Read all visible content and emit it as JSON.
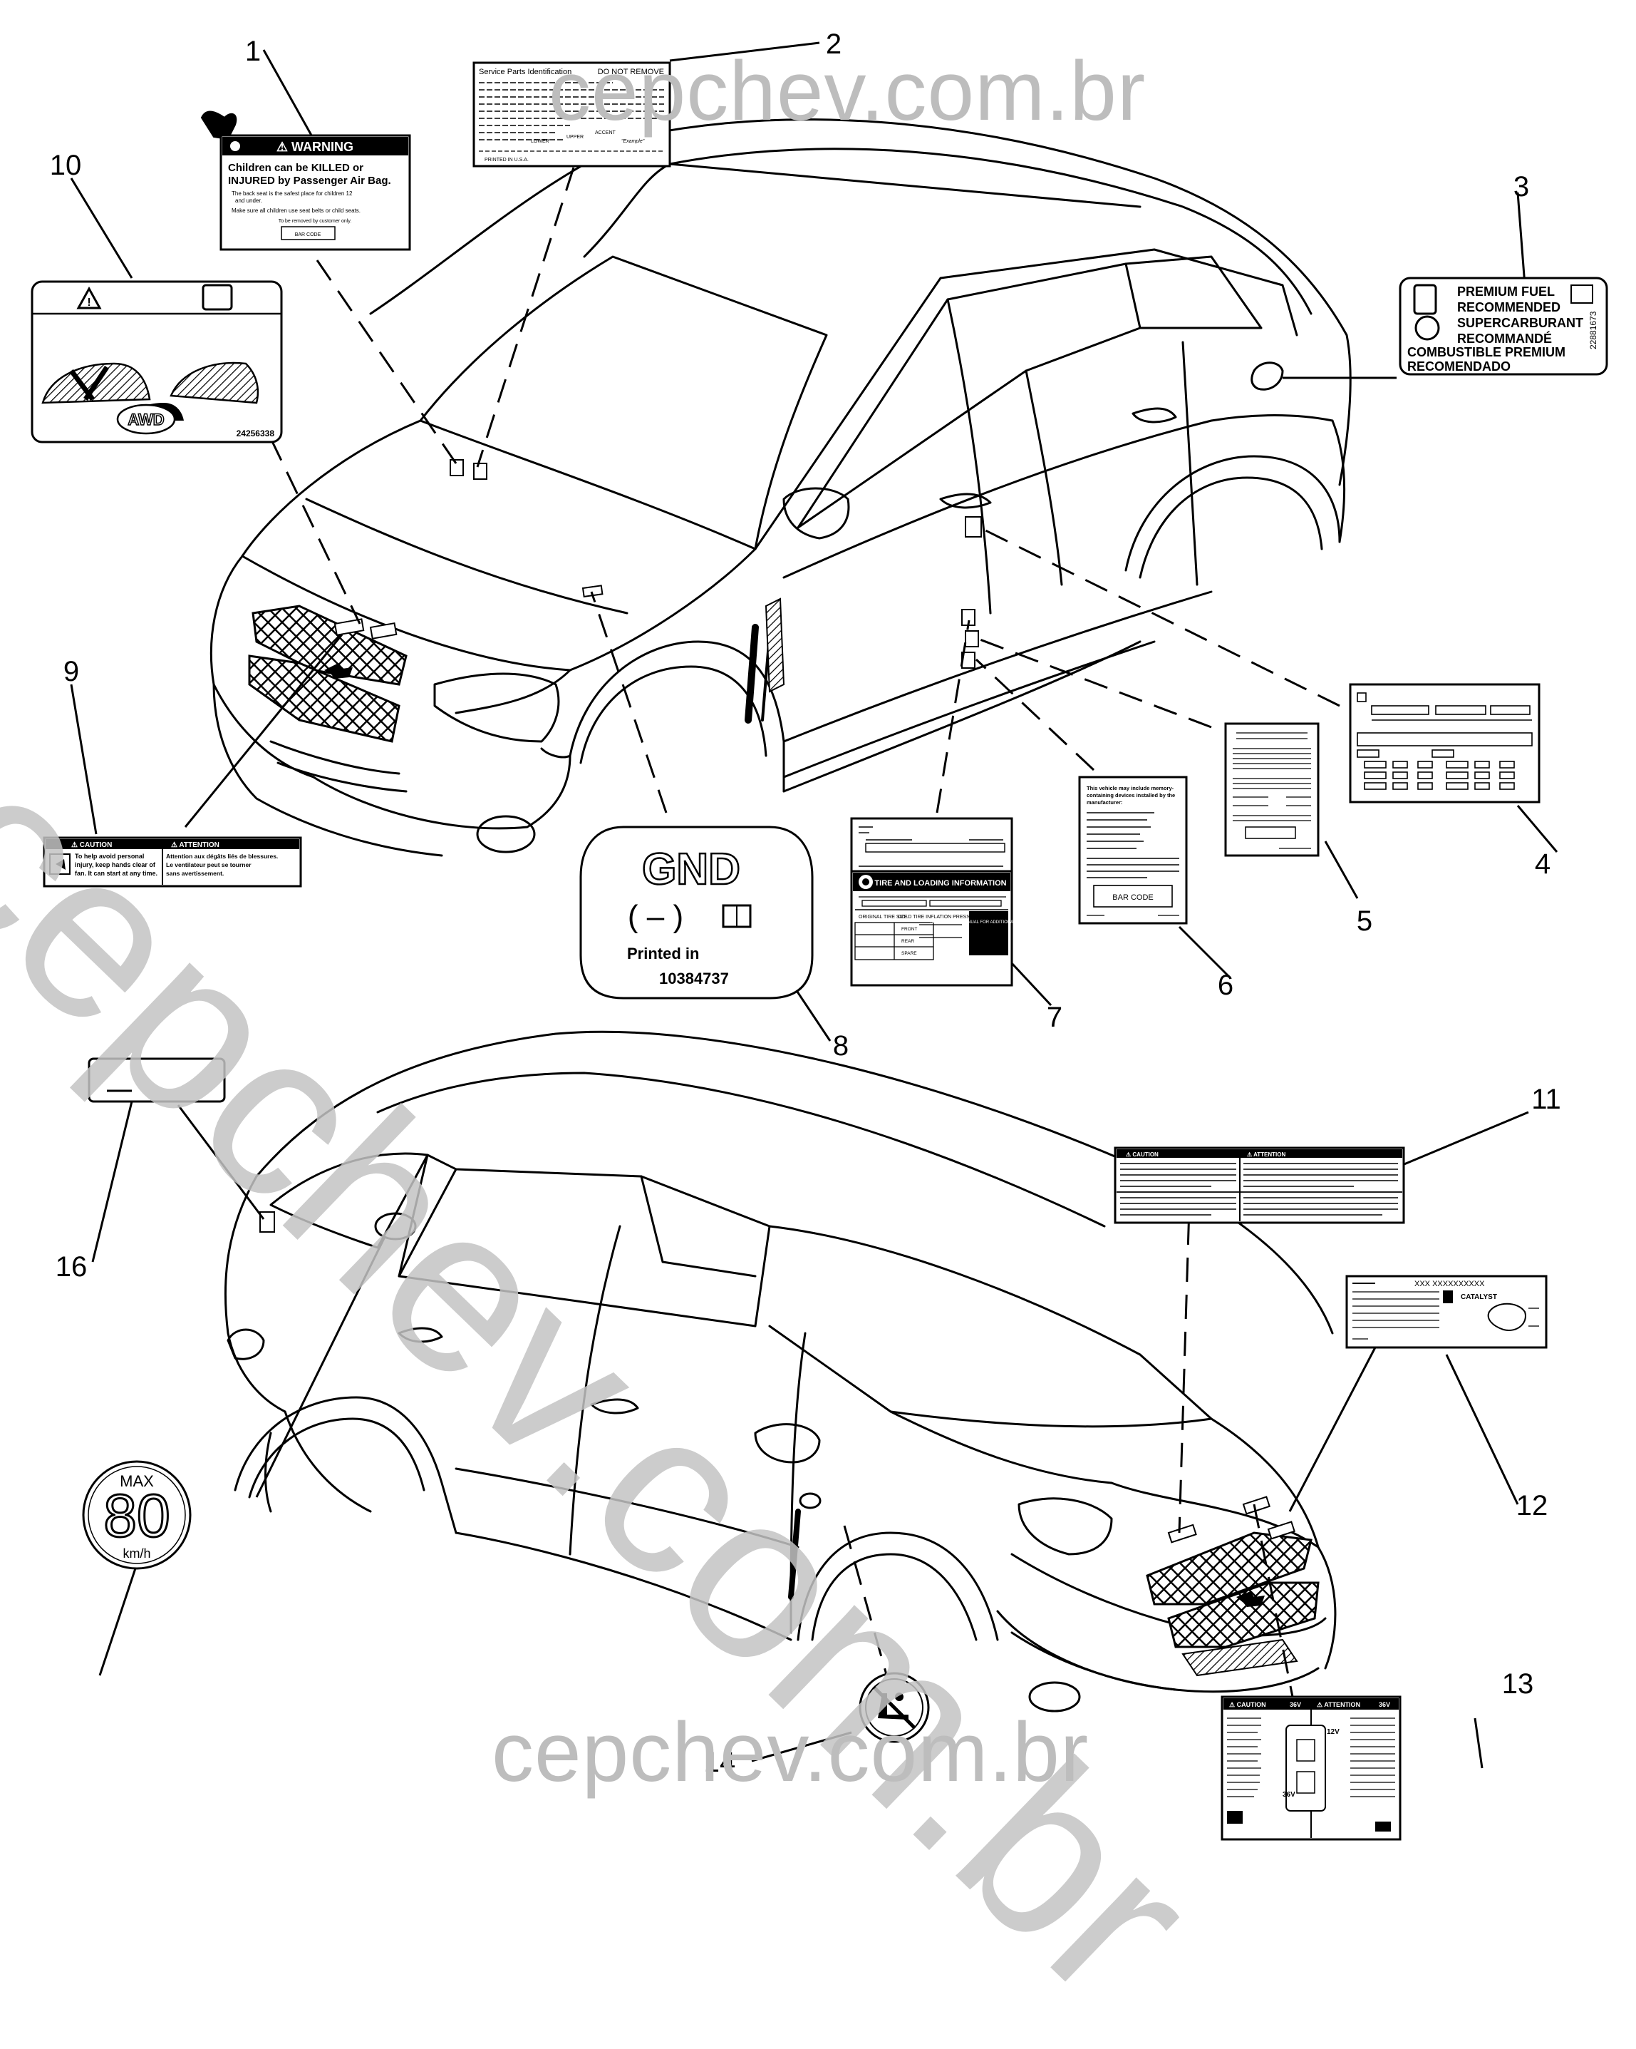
{
  "watermark": {
    "top": "cepchev.com.br",
    "diagonal": "cepchev.com.br",
    "bottom": "cepchev.com.br"
  },
  "callouts": [
    "1",
    "2",
    "3",
    "4",
    "5",
    "6",
    "7",
    "8",
    "9",
    "10",
    "11",
    "12",
    "14",
    "16"
  ],
  "labels": {
    "l1": {
      "header": "⚠ WARNING",
      "line1": "Children can be KILLED or",
      "line2": "INJURED by Passenger Air Bag.",
      "bullet1": "The back seat is the safest place for children 12",
      "bullet1b": "and under.",
      "bullet2": "Make sure all children use seat belts or child seats.",
      "note": "To be removed by customer only.",
      "barcode": "BAR CODE"
    },
    "l2": {
      "title": "Service Parts Identification",
      "notice": "DO NOT REMOVE",
      "lower": "LOWER",
      "upper": "UPPER",
      "accent": "ACCENT",
      "example": "\"Example\"",
      "footer": "PRINTED IN U.S.A."
    },
    "l3": {
      "line1": "PREMIUM FUEL",
      "line2": "RECOMMENDED",
      "line3": "SUPERCARBURANT",
      "line4": "RECOMMANDÉ",
      "line5": "COMBUSTIBLE PREMIUM",
      "line6": "RECOMENDADO",
      "code": "22881673"
    },
    "l6": {
      "line1": "This vehicle may include memory-",
      "line2": "containing devices installed by the",
      "line3": "manufacturer:",
      "barcode": "BAR CODE"
    },
    "l7": {
      "title": "TIRE AND LOADING INFORMATION",
      "col1": "ORIGINAL TIRE SIZE",
      "col2": "COLD TIRE INFLATION PRESSURE",
      "front": "FRONT",
      "rear": "REAR",
      "spare": "SPARE",
      "note": "SEE OWNER'S MANUAL FOR ADDITIONAL INFORMATION"
    },
    "l8": {
      "gnd": "GND",
      "minus": "( – )",
      "printed": "Printed in",
      "number": "10384737"
    },
    "l9": {
      "caution": "⚠ CAUTION",
      "attention": "⚠ ATTENTION",
      "en1": "To help avoid personal",
      "en2": "injury, keep hands clear of",
      "en3": "fan. It can start at any time.",
      "fr1": "Attention aux dégâts liés de blessures.",
      "fr2": "Le ventilateur peut se tourner",
      "fr3": "sans avertissement."
    },
    "l10": {
      "awd": "AWD",
      "code": "24256338"
    },
    "l11": {
      "caution": "⚠ CAUTION",
      "attention": "⚠ ATTENTION"
    },
    "l12": {
      "header": "XXX  XXXXXXXXXX",
      "catalyst": "CATALYST"
    },
    "l13": {
      "caution": "⚠ CAUTION",
      "v1": "36V",
      "attention": "⚠ ATTENTION",
      "v2": "36V",
      "volt1": "12V",
      "volt2": "36V"
    },
    "l15": {
      "max": "MAX",
      "speed": "80",
      "unit": "km/h"
    },
    "partial13": "13"
  }
}
